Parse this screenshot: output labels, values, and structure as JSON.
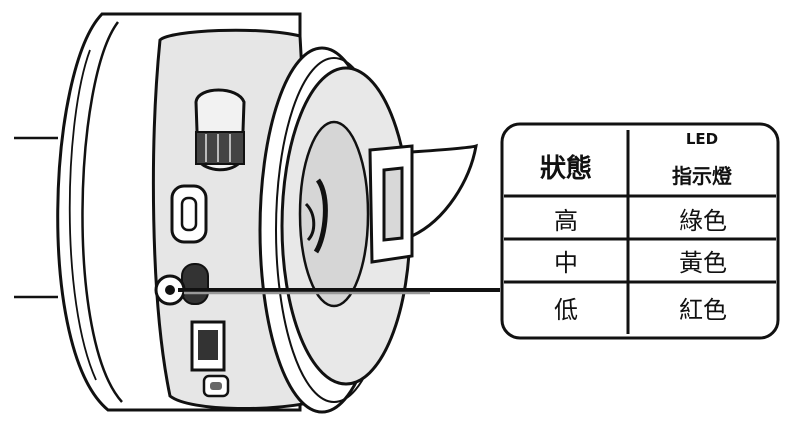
{
  "table": {
    "header": {
      "state": "狀態",
      "led_line1": "LED",
      "led_line2": "指示燈"
    },
    "rows": [
      {
        "state": "高",
        "color": "綠色"
      },
      {
        "state": "中",
        "color": "黃色"
      },
      {
        "state": "低",
        "color": "紅色"
      }
    ]
  }
}
